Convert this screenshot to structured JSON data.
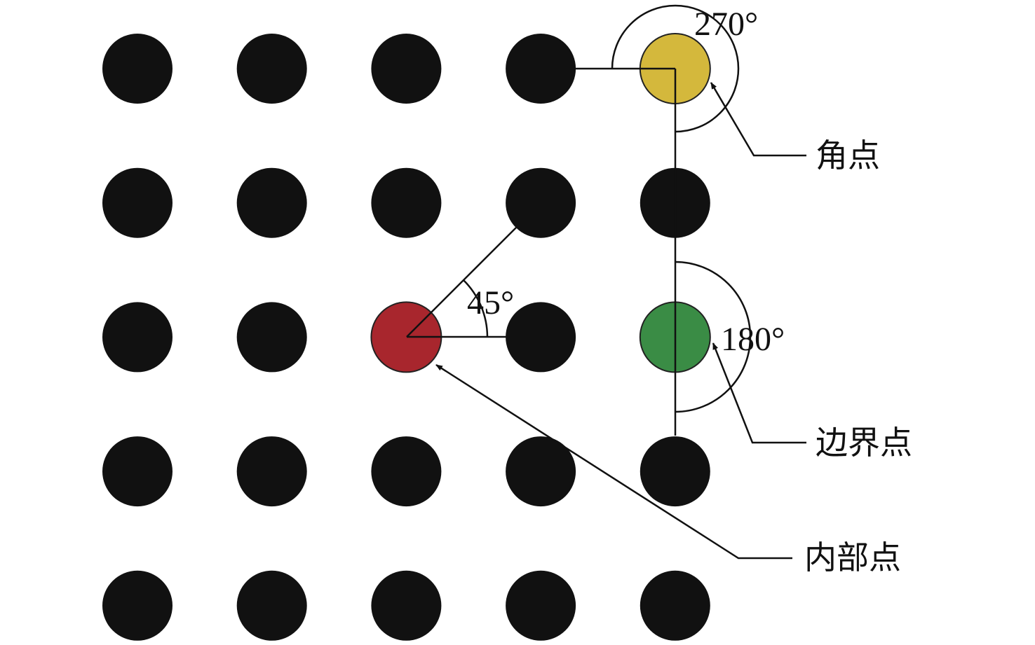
{
  "diagram": {
    "grid": {
      "rows": 5,
      "cols": 5
    },
    "colors": {
      "dot": "#111111",
      "corner": "#d4b83c",
      "boundary": "#3a8c45",
      "interior": "#a8262d",
      "line": "#111111"
    },
    "special_points": [
      {
        "type": "corner",
        "row": 0,
        "col": 4,
        "angle_label": "270°",
        "label": "角点"
      },
      {
        "type": "boundary",
        "row": 2,
        "col": 4,
        "angle_label": "180°",
        "label": "边界点"
      },
      {
        "type": "interior",
        "row": 2,
        "col": 2,
        "angle_label": "45°",
        "label": "内部点"
      }
    ]
  }
}
